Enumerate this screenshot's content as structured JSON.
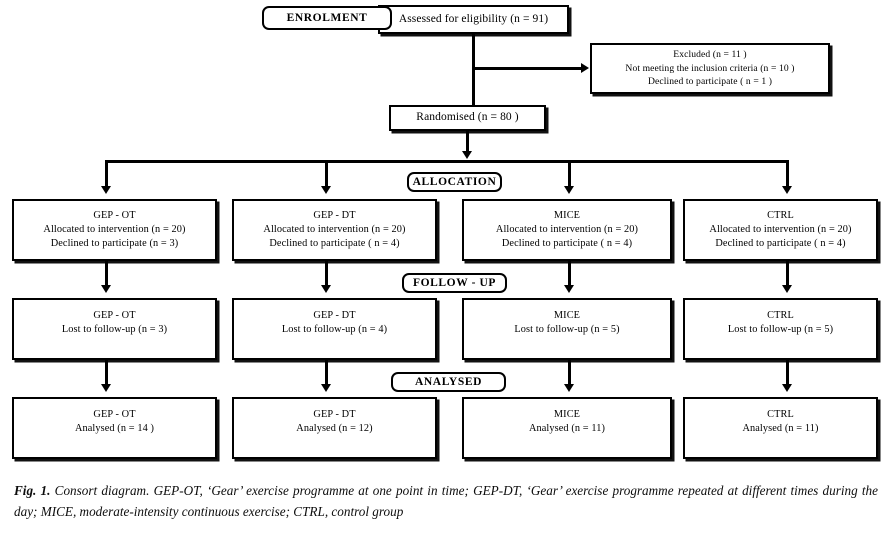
{
  "figure": {
    "label": "Fig. 1.",
    "caption": "Consort diagram. GEP-OT, ‘Gear’ exercise programme at one point in time; GEP-DT, ‘Gear’ exercise programme repeated at different times during the day; MICE, moderate-intensity continuous exercise; CTRL, control group"
  },
  "banners": {
    "enrolment": "ENROLMENT",
    "allocation": "ALLOCATION",
    "follow_up": "FOLLOW - UP",
    "analysed": "ANALYSED"
  },
  "enrolment": {
    "assessed": {
      "line1": "Assessed for eligibility (n = 91)"
    },
    "excluded": {
      "line1": "Excluded (n = 11 )",
      "line2": "Not meeting the inclusion criteria (n = 10 )",
      "line3": "Declined to participate ( n = 1 )"
    },
    "randomised": {
      "line1": "Randomised (n = 80 )"
    }
  },
  "allocation_row": [
    {
      "title": "GEP - OT",
      "line1": "Allocated to intervention (n = 20)",
      "line2": "Declined to participate (n = 3)"
    },
    {
      "title": "GEP - DT",
      "line1": "Allocated to intervention (n = 20)",
      "line2": "Declined to participate ( n = 4)"
    },
    {
      "title": "MICE",
      "line1": "Allocated to intervention (n = 20)",
      "line2": "Declined to participate ( n = 4)"
    },
    {
      "title": "CTRL",
      "line1": "Allocated to intervention (n = 20)",
      "line2": "Declined to participate ( n = 4)"
    }
  ],
  "followup_row": [
    {
      "title": "GEP - OT",
      "line1": "Lost to follow-up (n = 3)"
    },
    {
      "title": "GEP - DT",
      "line1": "Lost to follow-up (n = 4)"
    },
    {
      "title": "MICE",
      "line1": "Lost to follow-up (n = 5)"
    },
    {
      "title": "CTRL",
      "line1": "Lost to follow-up (n = 5)"
    }
  ],
  "analysed_row": [
    {
      "title": "GEP - OT",
      "line1": "Analysed (n = 14 )"
    },
    {
      "title": "GEP - DT",
      "line1": "Analysed (n = 12)"
    },
    {
      "title": "MICE",
      "line1": "Analysed (n = 11)"
    },
    {
      "title": "CTRL",
      "line1": "Analysed (n = 11)"
    }
  ],
  "chart_data": {
    "type": "diagram",
    "title": "CONSORT flow diagram",
    "stages": [
      "ENROLMENT",
      "ALLOCATION",
      "FOLLOW - UP",
      "ANALYSED"
    ],
    "groups": [
      "GEP - OT",
      "GEP - DT",
      "MICE",
      "CTRL"
    ],
    "assessed_for_eligibility": 91,
    "excluded_total": 11,
    "excluded_not_meeting_criteria": 10,
    "excluded_declined": 1,
    "randomised": 80,
    "allocated_to_intervention": [
      20,
      20,
      20,
      20
    ],
    "declined_to_participate": [
      3,
      4,
      4,
      4
    ],
    "lost_to_follow_up": [
      3,
      4,
      5,
      5
    ],
    "analysed": [
      14,
      12,
      11,
      11
    ]
  },
  "colors": {
    "ink": "#000000",
    "paper": "#ffffff"
  }
}
